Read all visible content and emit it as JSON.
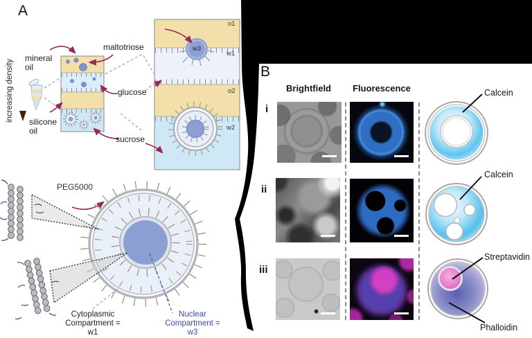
{
  "panel_a": {
    "label": "A",
    "density_label": "increasing density",
    "mineral_oil": "mineral oil",
    "silicone_oil": "silicone oil",
    "maltotriose": "maltotriose",
    "glucose": "glucose",
    "sucrose": "sucrose",
    "layers": {
      "o1": "o1",
      "w1": "w1",
      "o2": "o2",
      "w2": "w2",
      "w3": "w3"
    },
    "peg": "PEG5000",
    "cytoplasmic": "Cytoplasmic Compartment = w1",
    "nuclear": "Nuclear Compartment = w3"
  },
  "panel_b": {
    "label": "B",
    "columns": [
      "Brightfield",
      "Fluorescence"
    ],
    "rows": [
      {
        "index": "i",
        "annotations": [
          "Calcein"
        ]
      },
      {
        "index": "ii",
        "annotations": [
          "Calcein"
        ]
      },
      {
        "index": "iii",
        "annotations": [
          "Streptavidin",
          "Phalloidin"
        ]
      }
    ]
  },
  "colors": {
    "arrow_maroon": "#952a52",
    "nuclear_label_blue": "#3a49b0",
    "oil_tan": "#f3dfa9",
    "aqueous_pale": "#edf2fa",
    "aqueous_blue": "#cfe8f5",
    "droplet_blue": "#8c9fd3",
    "calcein_blue": "#5ec2ed",
    "streptavidin_pink": "#e887cd",
    "phalloidin_purple": "#8287c4",
    "fluorescence_blue": "#2f6ec2",
    "fluorescence_magenta": "#d040c4"
  }
}
